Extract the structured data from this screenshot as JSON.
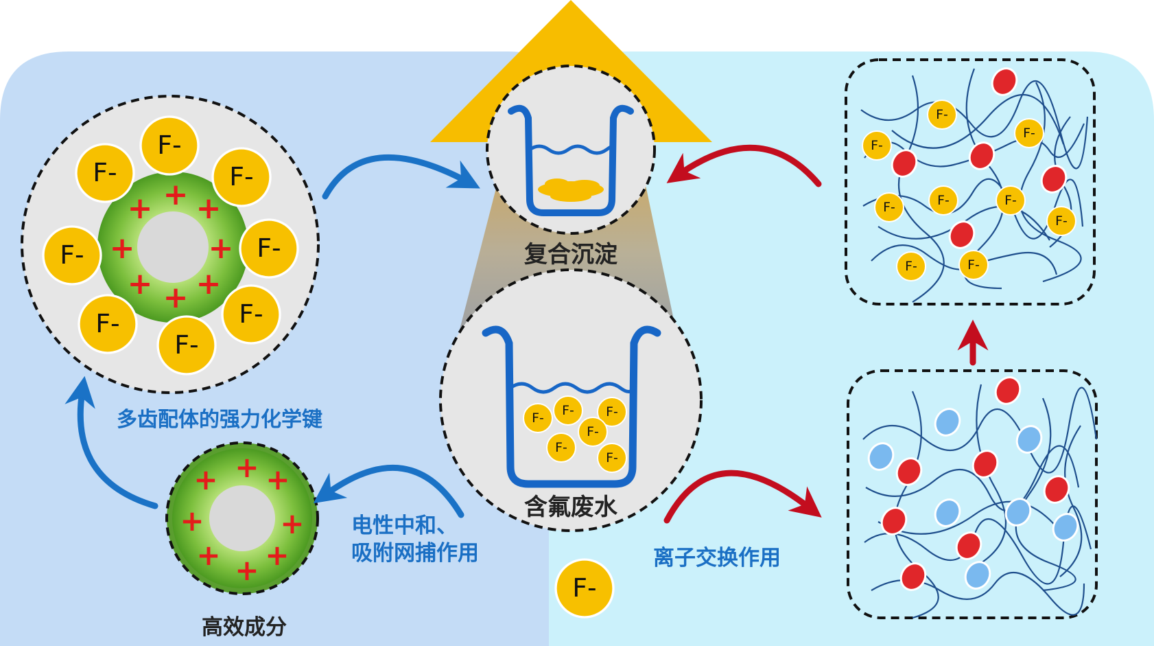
{
  "colors": {
    "left_panel": "#c4dcf6",
    "right_panel": "#cbf1fb",
    "triangle": "#f7bd00",
    "ion_fill": "#f7c000",
    "blue_arrow": "#1a72c6",
    "red_arrow": "#c30d1e",
    "beaker": "#1766c6",
    "green_ring": "#6ab336",
    "plus": "#e41b1b",
    "resin_red": "#e0262a",
    "resin_blue": "#7ab9ef",
    "label_blue": "#1a6fc4"
  },
  "ion_label": "F-",
  "plus_sign": "+",
  "labels": {
    "complex_precipitation": "复合沉淀",
    "fluoride_wastewater": "含氟废水",
    "polydentate_bond": "多齿配体的强力化学键",
    "charge_neutralization_line1": "电性中和、",
    "charge_neutralization_line2": "吸附网捕作用",
    "ion_exchange": "离子交换作用",
    "active_component": "高效成分"
  }
}
